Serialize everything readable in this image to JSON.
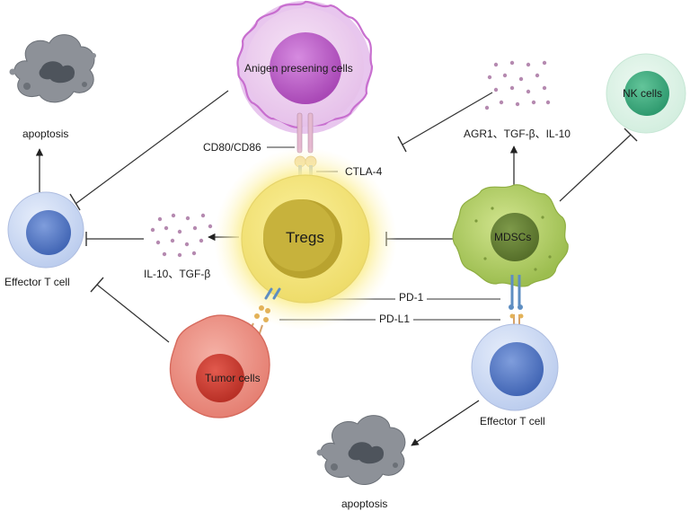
{
  "labels": {
    "apc": "Anigen presening cells",
    "tregs": "Tregs",
    "mdscs": "MDSCs",
    "nk": "NK cells",
    "tumor": "Tumor cells",
    "effector_left": "Effector T cell",
    "effector_right": "Effector T cell",
    "apoptosis_top": "apoptosis",
    "apoptosis_bottom": "apoptosis",
    "cd80": "CD80/CD86",
    "ctla4": "CTLA-4",
    "pd1": "PD-1",
    "pdl1": "PD-L1",
    "tregs_cytokines": "IL-10、TGF-β",
    "mdsc_factors": "AGR1、TGF-β、IL-10"
  },
  "colors": {
    "apc": "#c86fcf",
    "tregs": "#f2e27a",
    "mdscs": "#a9c85a",
    "nk": "#8fd3b0",
    "tumor": "#e2766a",
    "effector": "#7f9dd9",
    "apoptosis": "#8e9299",
    "dots": "#b58ab0"
  }
}
